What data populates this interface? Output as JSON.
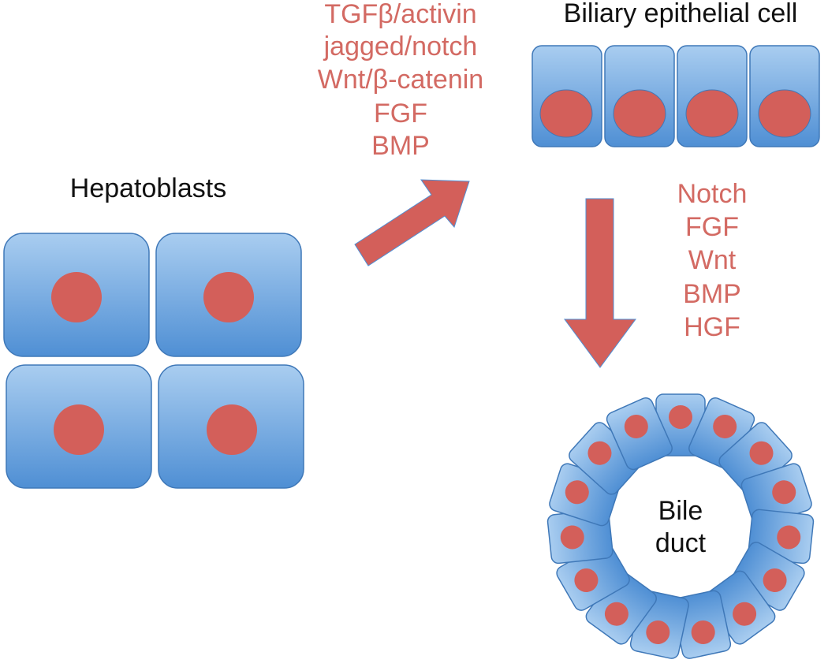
{
  "hepatoblasts": {
    "title": "Hepatoblasts"
  },
  "biliary_cell": {
    "title": "Biliary epithelial cell"
  },
  "bile_duct": {
    "label_line1": "Bile",
    "label_line2": "duct"
  },
  "signals_to_biliary": [
    "TGFβ/activin",
    "jagged/notch",
    "Wnt/β-catenin",
    "FGF",
    "BMP"
  ],
  "signals_to_duct": [
    "Notch",
    "FGF",
    "Wnt",
    "BMP",
    "HGF"
  ],
  "colors": {
    "cell_top": "#a9cdf0",
    "cell_bottom": "#4f8fd4",
    "cell_stroke": "#3f78b8",
    "nucleus": "#d35f5a",
    "arrow": "#d35f5a",
    "signal_text": "#d36a63",
    "label_text": "#111111"
  }
}
